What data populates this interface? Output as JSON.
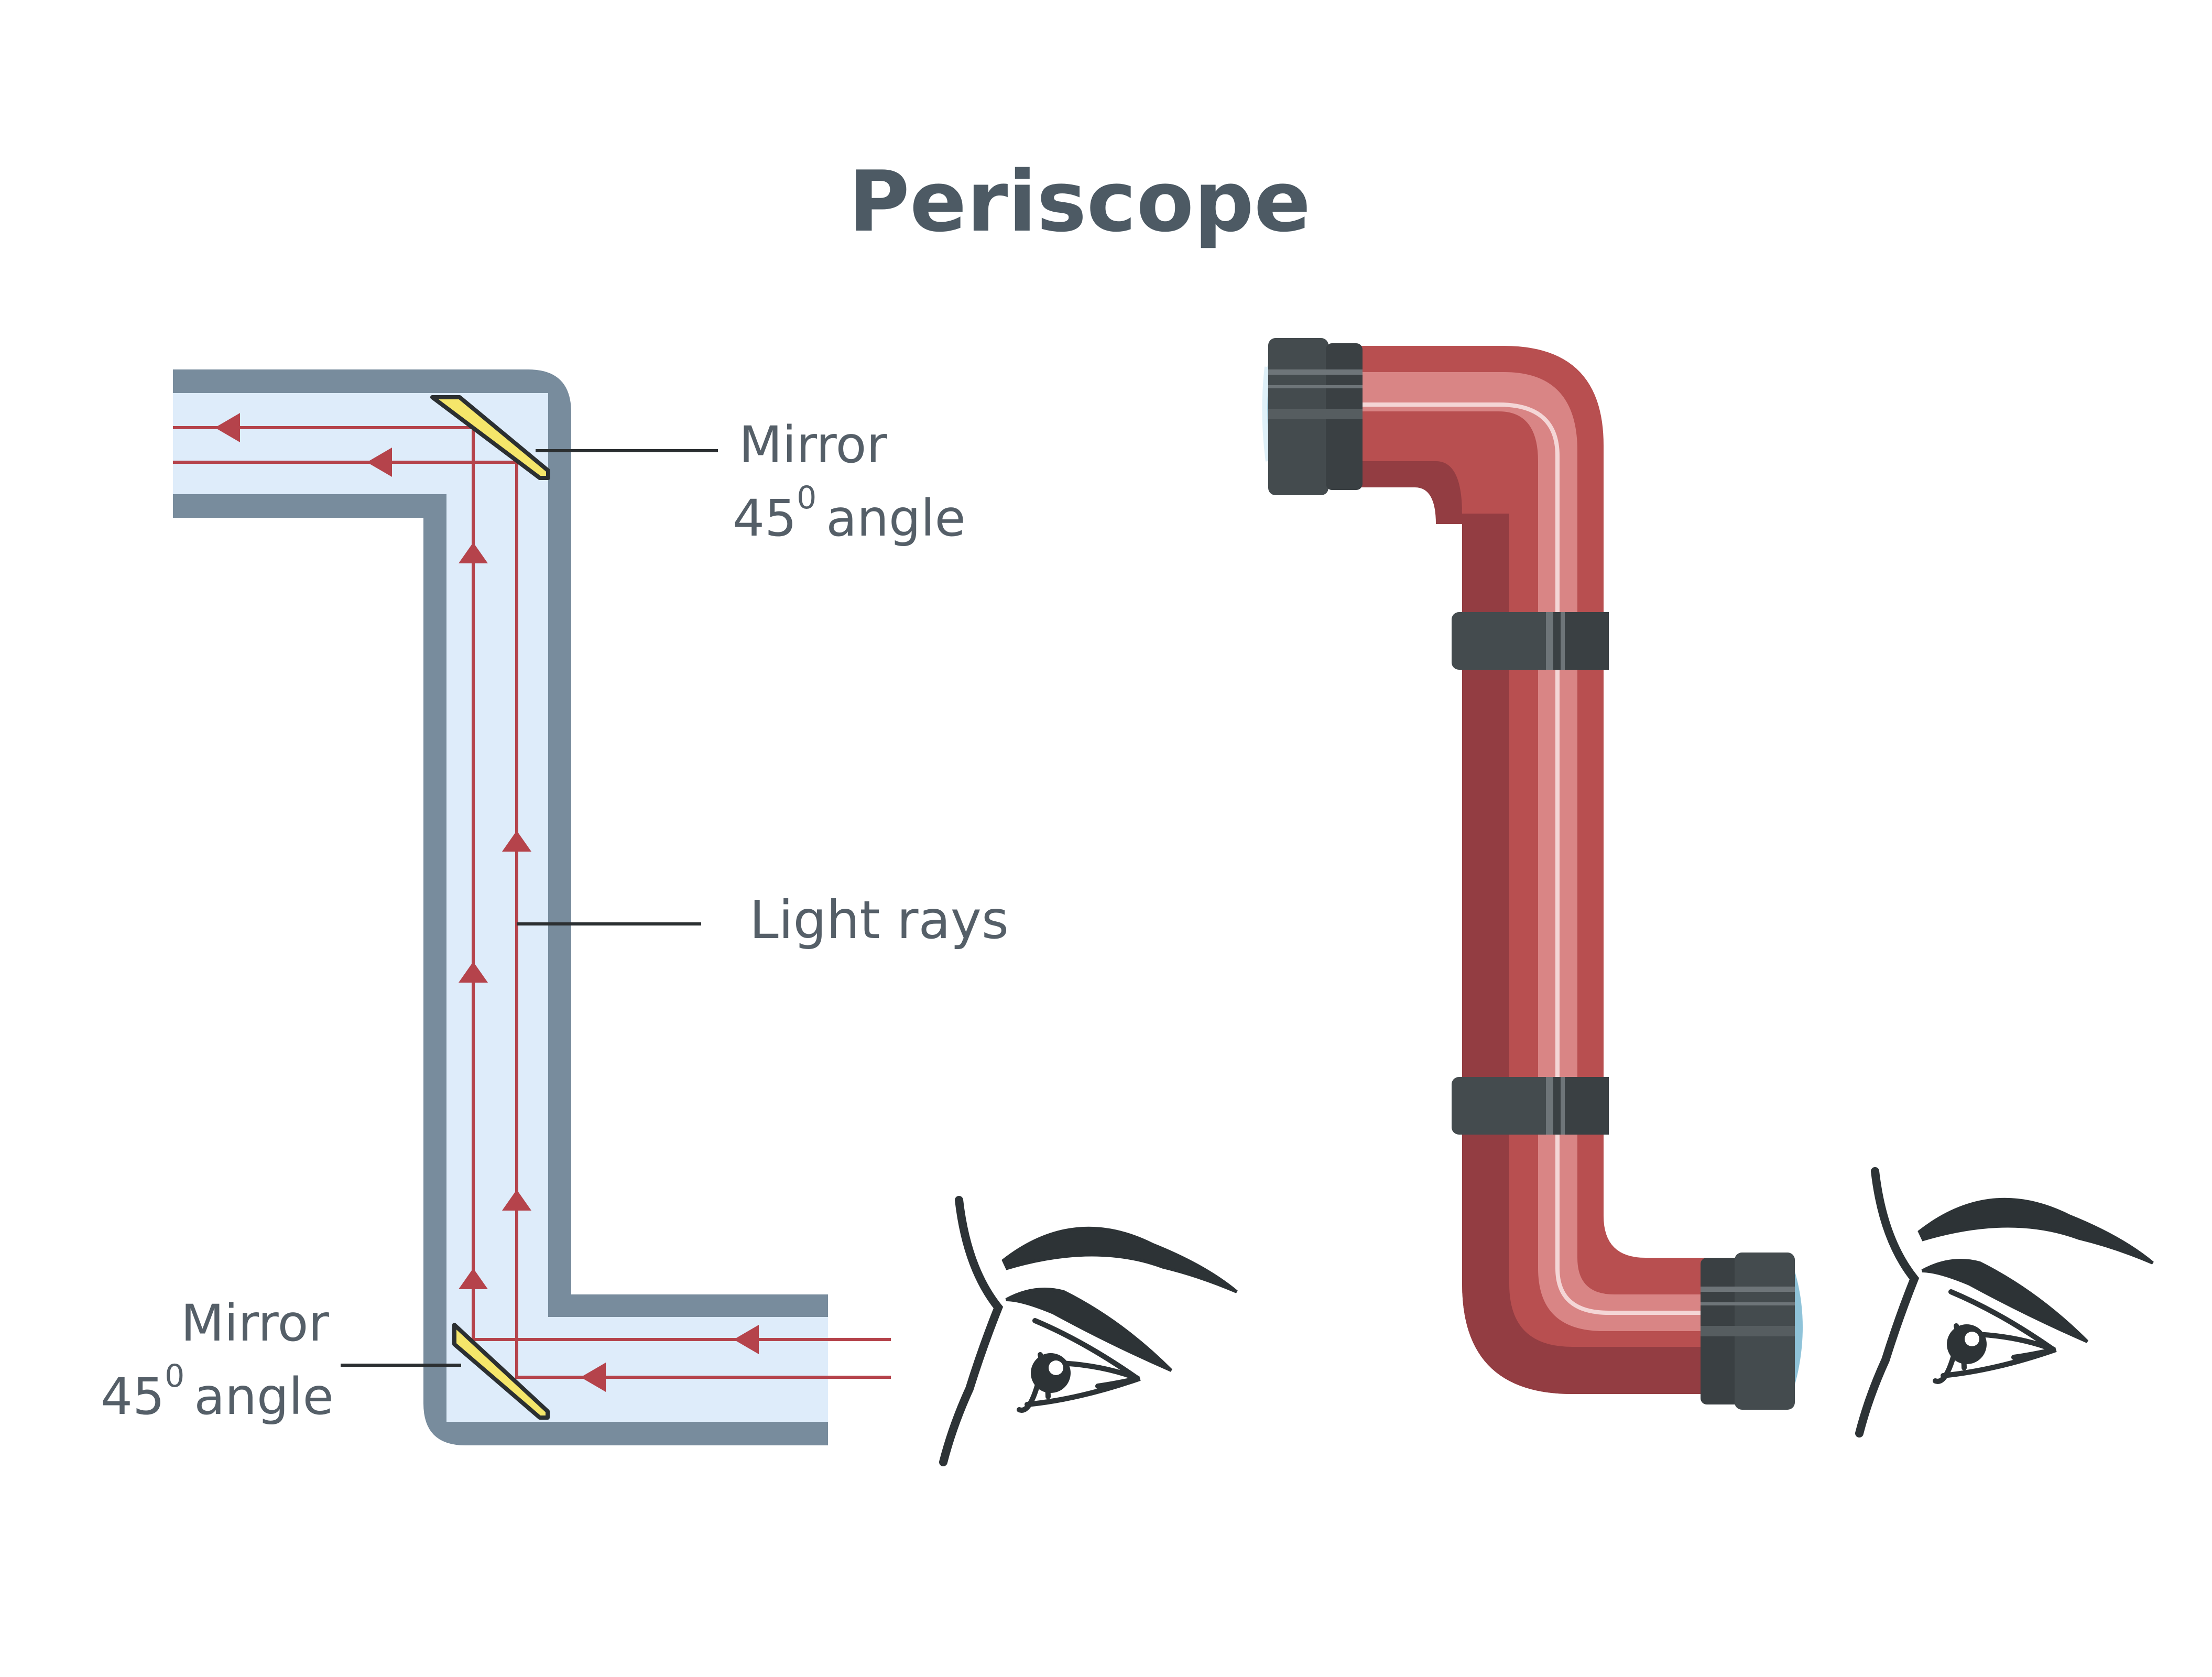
{
  "title": "Periscope",
  "labels": {
    "top_mirror": {
      "line1": "Mirror",
      "degrees": "45",
      "sup": "0",
      "angle": "angle"
    },
    "bottom_mirror": {
      "line1": "Mirror",
      "degrees": "45",
      "sup": "0",
      "angle": "angle"
    },
    "light_rays": "Light rays"
  },
  "icons": [
    "eye-icon",
    "eye-icon"
  ],
  "colors": {
    "title_text": "#4d5a64",
    "label_text": "#555f68",
    "tube_wall": "#788c9d",
    "tube_inside": "#deecfa",
    "light_ray": "#b5434b",
    "mirror": "#f5e66a",
    "pipe_red": "#b84f50",
    "pipe_dark_red": "#933d42",
    "pipe_highlight": "#d98585",
    "cap_dark": "#444b4e",
    "lens": "#8fc3d9",
    "eye": "#2d3336"
  }
}
